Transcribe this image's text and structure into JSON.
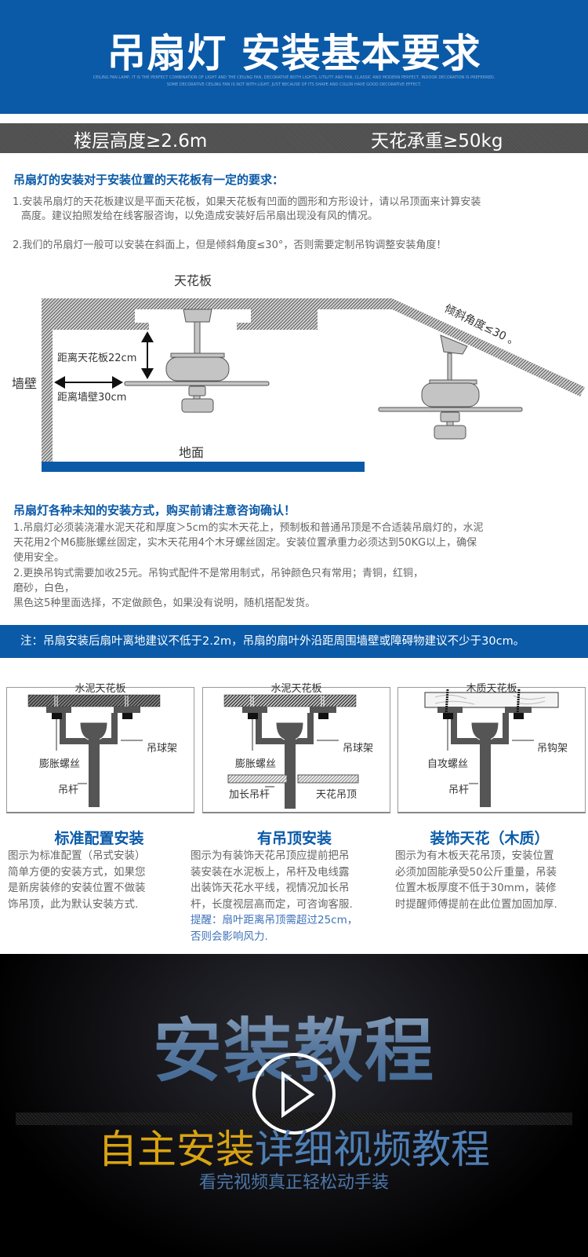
{
  "header": {
    "title": "吊扇灯 安装基本要求",
    "subtitle_line1": "CEILING FAN LAMP, IT IS THE PERFECT COMBINATION OF LIGHT AND THE CEILING FAN, DECORATIVE BOTH LIGHTS, UTILITY AND FAN, CLASSIC AND MODERN PERFECT, INDOOR DECORATION IS PREFERRED.",
    "subtitle_line2": "SOME DECORATIVE CEILING FAN IS NOT WITH LIGHT, JUST BECAUSE OF ITS SHAPE AND COLOR HAVE GOOD DECORATIVE EFFECT."
  },
  "specs": {
    "floor_height": "楼层高度≥2.6m",
    "ceiling_load": "天花承重≥50kg"
  },
  "section1": {
    "heading": "吊扇灯的安装对于安装位置的天花板有一定的要求：",
    "p1_line1": "1.安装吊扇灯的天花板建议是平面天花板，如果天花板有凹面的圆形和方形设计，请以吊顶面来计算安装",
    "p1_line2": "高度。建议拍照发给在线客服咨询，以免造成安装好后吊扇出现没有风的情况。",
    "p2": "2.我们的吊扇灯一般可以安装在斜面上，但是倾斜角度≤30°，否则需要定制吊钩调整安装角度！"
  },
  "diagram": {
    "ceiling": "天花板",
    "wall": "墙壁",
    "floor": "地面",
    "dist_ceiling": "距离天花板22cm",
    "dist_wall": "距离墙壁30cm",
    "slope": "倾斜角度≤30 。"
  },
  "section2": {
    "heading": "吊扇灯各种未知的安装方式，购买前请注意咨询确认！",
    "p1_line1": "1.吊扇灯必须装浇灌水泥天花和厚度＞5cm的实木天花上，预制板和普通吊顶是不合适装吊扇灯的，水泥",
    "p1_line2": "天花用2个M6膨胀螺丝固定，实木天花用4个木牙螺丝固定。安装位置承重力必须达到50KG以上，确保",
    "p1_line3": "使用安全。",
    "p2_line1": "2.更换吊钩式需要加收25元。吊钩式配件不是常用制式，吊钟颜色只有常用；青铜，红铜，",
    "p2_line2": "磨砂，白色，",
    "p2_line3": "黑色这5种里面选择，不定做颜色，如果没有说明，随机搭配发货。"
  },
  "note": "注：吊扇安装后扇叶离地建议不低于2.2m，吊扇的扇叶外沿距周围墙壁或障碍物建议不少于30cm。",
  "methods": [
    {
      "ceiling": "水泥天花板",
      "bracket": "吊球架",
      "screw": "膨胀螺丝",
      "rod": "吊杆",
      "title": "标准配置安装",
      "lines": [
        "图示为标准配置（吊式安装）",
        "简单方便的安装方式，如果您",
        "是新房装修的安装位置不做装",
        "饰吊顶，此为默认安装方式."
      ]
    },
    {
      "ceiling": "水泥天花板",
      "bracket": "吊球架",
      "screw": "膨胀螺丝",
      "rod": "加长吊杆",
      "false_ceiling": "天花吊顶",
      "title": "有吊顶安装",
      "lines": [
        "图示为有装饰天花吊顶应提前把吊",
        "装安装在水泥板上，吊杆及电线露",
        "出装饰天花水平线，视情况加长吊",
        "杆，长度视层高而定，可咨询客服."
      ],
      "reminder": [
        "提醒：扇叶距离吊顶需超过25cm，",
        "否则会影响风力."
      ]
    },
    {
      "ceiling": "木质天花板",
      "bracket": "吊钩架",
      "screw": "自攻螺丝",
      "rod": "吊杆",
      "title": "装饰天花（木质）",
      "lines": [
        "图示为有木板天花吊顶，安装位置",
        "必须加固能承受50公斤重量，吊装",
        "位置木板厚度不低于30mm，装修",
        "时提醒师傅提前在此位置加固加厚."
      ]
    }
  ],
  "video": {
    "big_title": "安装教程",
    "line_yellow": "自主安装",
    "line_blue": "详细视频教程",
    "subtitle": "看完视频真正轻松动手装",
    "play_icon": "play-icon"
  },
  "colors": {
    "brand_blue": "#0a5aa8",
    "gold": "#d9a411",
    "steel_blue": "#4f7fb5"
  }
}
